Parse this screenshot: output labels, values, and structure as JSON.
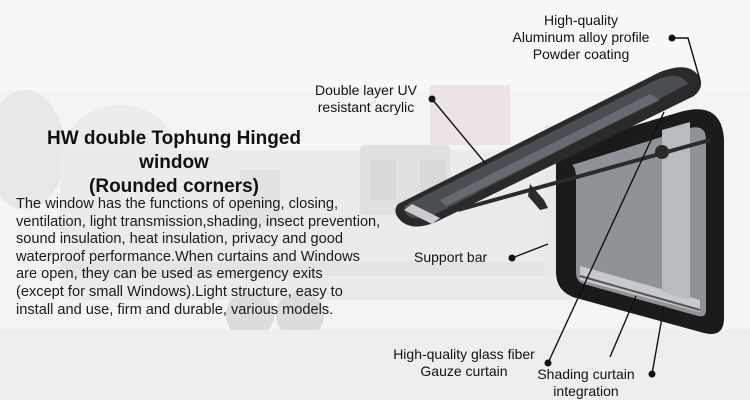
{
  "heading": {
    "line1": "HW double Tophung Hinged window",
    "line2": "(Rounded corners)"
  },
  "description": {
    "lines": [
      "The window has the functions of opening, closing,",
      "ventilation, light transmission,shading, insect prevention,",
      "sound insulation, heat insulation, privacy and good",
      "waterproof performance.When curtains and Windows",
      "are open, they can be used as emergency exits",
      "(except for small Windows).Light structure, easy to",
      "install and use, firm and durable, various models."
    ]
  },
  "callouts": {
    "profile": [
      "High-quality",
      "Aluminum alloy profile",
      "Powder coating"
    ],
    "acrylic": [
      "Double layer UV",
      "resistant acrylic"
    ],
    "support_bar": [
      "Support bar"
    ],
    "gauze": [
      "High-quality glass fiber",
      "Gauze curtain"
    ],
    "shading": [
      "Shading curtain",
      "integration"
    ]
  }
}
